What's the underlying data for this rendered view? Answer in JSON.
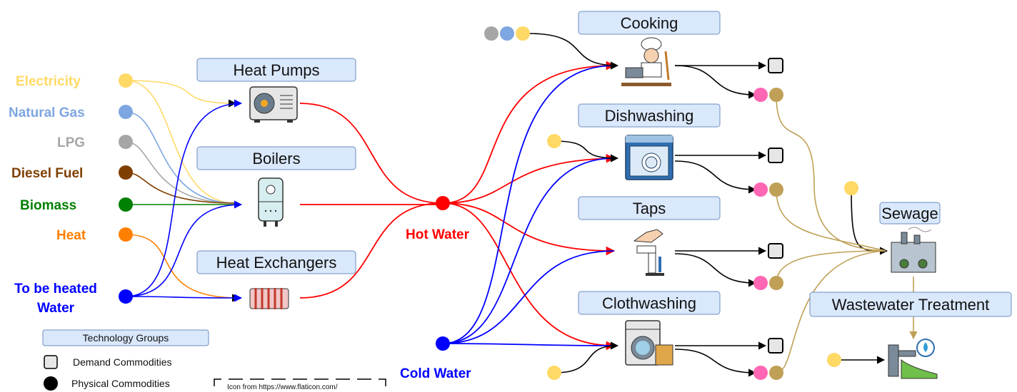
{
  "commodities": {
    "electricity": {
      "label": "Electricity",
      "color": "#FFD966"
    },
    "natural_gas": {
      "label": "Natural Gas",
      "color": "#7EA6E0"
    },
    "lpg": {
      "label": "LPG",
      "color": "#A6A6A6"
    },
    "diesel": {
      "label": "Diesel Fuel",
      "color": "#7F3F00"
    },
    "biomass": {
      "label": "Biomass",
      "color": "#008000"
    },
    "heat": {
      "label": "Heat",
      "color": "#FF8000"
    },
    "to_be_heated_line1": "To be heated",
    "to_be_heated_line2": "Water",
    "to_be_heated_color": "#0000FF",
    "hot_water": {
      "label": "Hot Water",
      "color": "#FF0000"
    },
    "cold_water": {
      "label": "Cold Water",
      "color": "#0000FF"
    }
  },
  "technologies": {
    "heat_pumps": "Heat Pumps",
    "boilers": "Boilers",
    "heat_exchangers": "Heat Exchangers",
    "cooking": "Cooking",
    "dishwashing": "Dishwashing",
    "taps": "Taps",
    "clothwashing": "Clothwashing",
    "sewage": "Sewage",
    "wastewater_treatment": "Wastewater Treatment"
  },
  "legend": {
    "technology_groups": "Technology Groups",
    "demand_commodities": "Demand Commodities",
    "physical_commodities": "Physical Commodities"
  },
  "credit": "Icon from https://www.flaticon.com/",
  "colors": {
    "box_fill": "#DAE8FC",
    "box_stroke": "#6C8EBF",
    "wastewater_line": "#BFA056",
    "pink": "#FF66B3"
  },
  "icons": [
    "heat-pump-icon",
    "boiler-icon",
    "radiator-icon",
    "chef-icon",
    "dishwasher-icon",
    "tap-icon",
    "washing-machine-icon",
    "sewage-plant-icon",
    "treatment-plant-icon"
  ]
}
